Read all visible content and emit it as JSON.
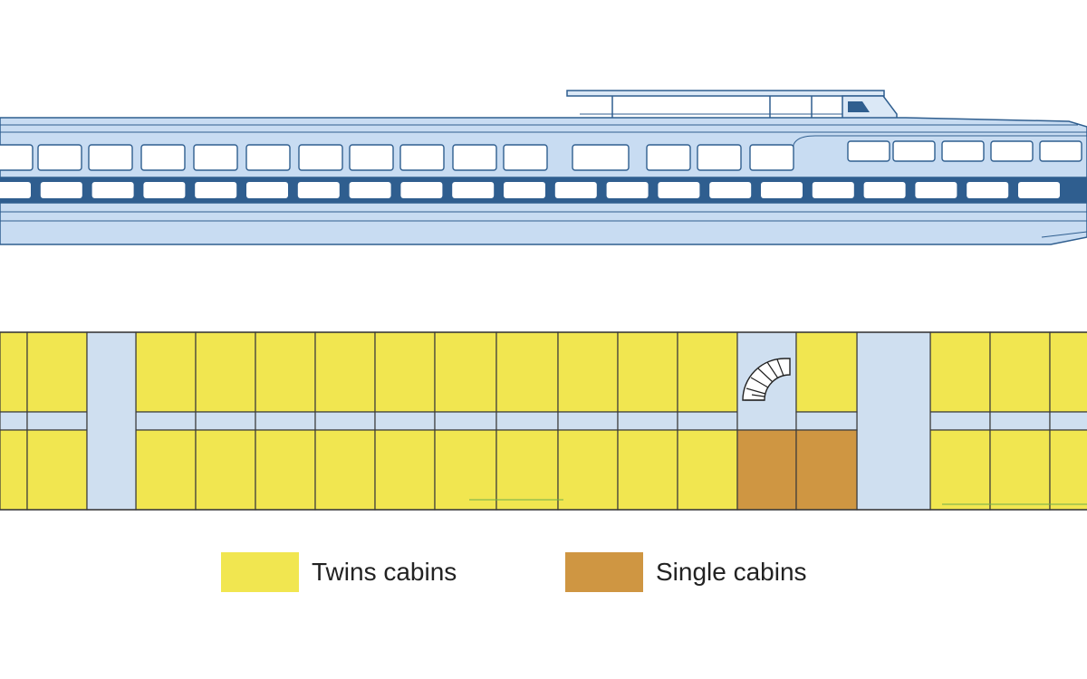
{
  "colors": {
    "twin_cabin": "#f1e650",
    "single_cabin": "#cf9642",
    "corridor": "#cfdff0",
    "hull": "#c8dcf2",
    "hull_dark": "#2f5e8f",
    "outline": "#3a3a3a"
  },
  "legend": {
    "twin": {
      "label": "Twins cabins"
    },
    "single": {
      "label": "Single cabins"
    }
  },
  "ship_profile": {
    "icon": "river-cruise-ship-side-view"
  },
  "deck_plan": {
    "icon": "staircase-icon"
  }
}
